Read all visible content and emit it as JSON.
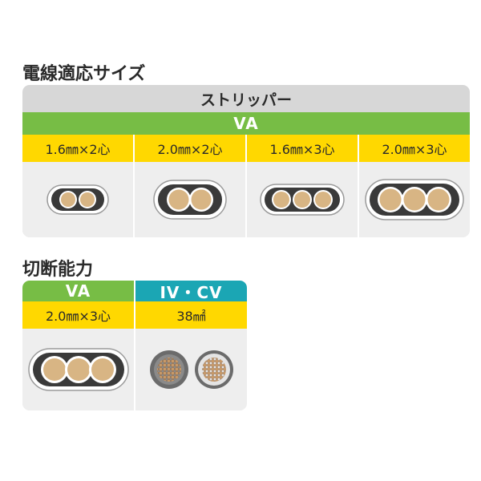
{
  "section1": {
    "title": "電線適応サイズ",
    "header": "ストリッパー",
    "type_label": "VA",
    "columns": [
      {
        "label": "1.6㎜×2心"
      },
      {
        "label": "2.0㎜×2心"
      },
      {
        "label": "1.6㎜×3心"
      },
      {
        "label": "2.0㎜×3心"
      }
    ]
  },
  "section2": {
    "title": "切断能力",
    "va_label": "VA",
    "ivcv_label": "IV・CV",
    "va_size": "2.0㎜×3心",
    "ivcv_size": "38㎟"
  },
  "colors": {
    "green": "#77bd45",
    "teal": "#1ba6b4",
    "yellow": "#ffd800",
    "panel_gray": "#eeeeee",
    "header_gray": "#d7d7d7",
    "copper": "#d8b584"
  }
}
